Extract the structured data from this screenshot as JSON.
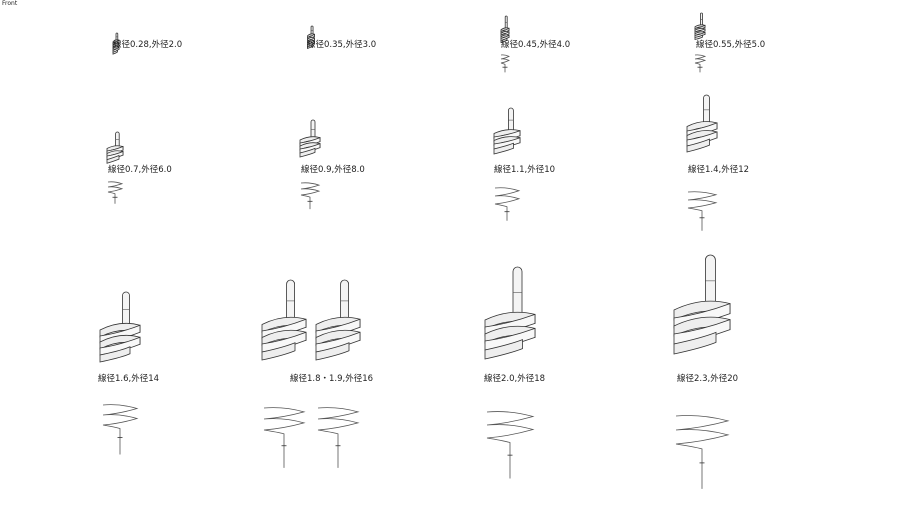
{
  "viewport": {
    "view_name": "Front"
  },
  "springs": [
    {
      "label": "線径0.28,外径2.0",
      "wire": 0.28,
      "outer": 2.0
    },
    {
      "label": "線径0.35,外径3.0",
      "wire": 0.35,
      "outer": 3.0
    },
    {
      "label": "線径0.45,外径4.0",
      "wire": 0.45,
      "outer": 4.0
    },
    {
      "label": "線径0.55,外径5.0",
      "wire": 0.55,
      "outer": 5.0
    },
    {
      "label": "線径0.7,外径6.0",
      "wire": 0.7,
      "outer": 6.0
    },
    {
      "label": "線径0.9,外径8.0",
      "wire": 0.9,
      "outer": 8.0
    },
    {
      "label": "線径1.1,外径10",
      "wire": 1.1,
      "outer": 10
    },
    {
      "label": "線径1.4,外径12",
      "wire": 1.4,
      "outer": 12
    },
    {
      "label": "線径1.6,外径14",
      "wire": 1.6,
      "outer": 14
    },
    {
      "label": "線径1.8・1.9,外径16",
      "wire": 1.8,
      "outer": 16
    },
    {
      "label": "線径2.0,外径18",
      "wire": 2.0,
      "outer": 18
    },
    {
      "label": "線径2.3,外径20",
      "wire": 2.3,
      "outer": 20
    }
  ]
}
